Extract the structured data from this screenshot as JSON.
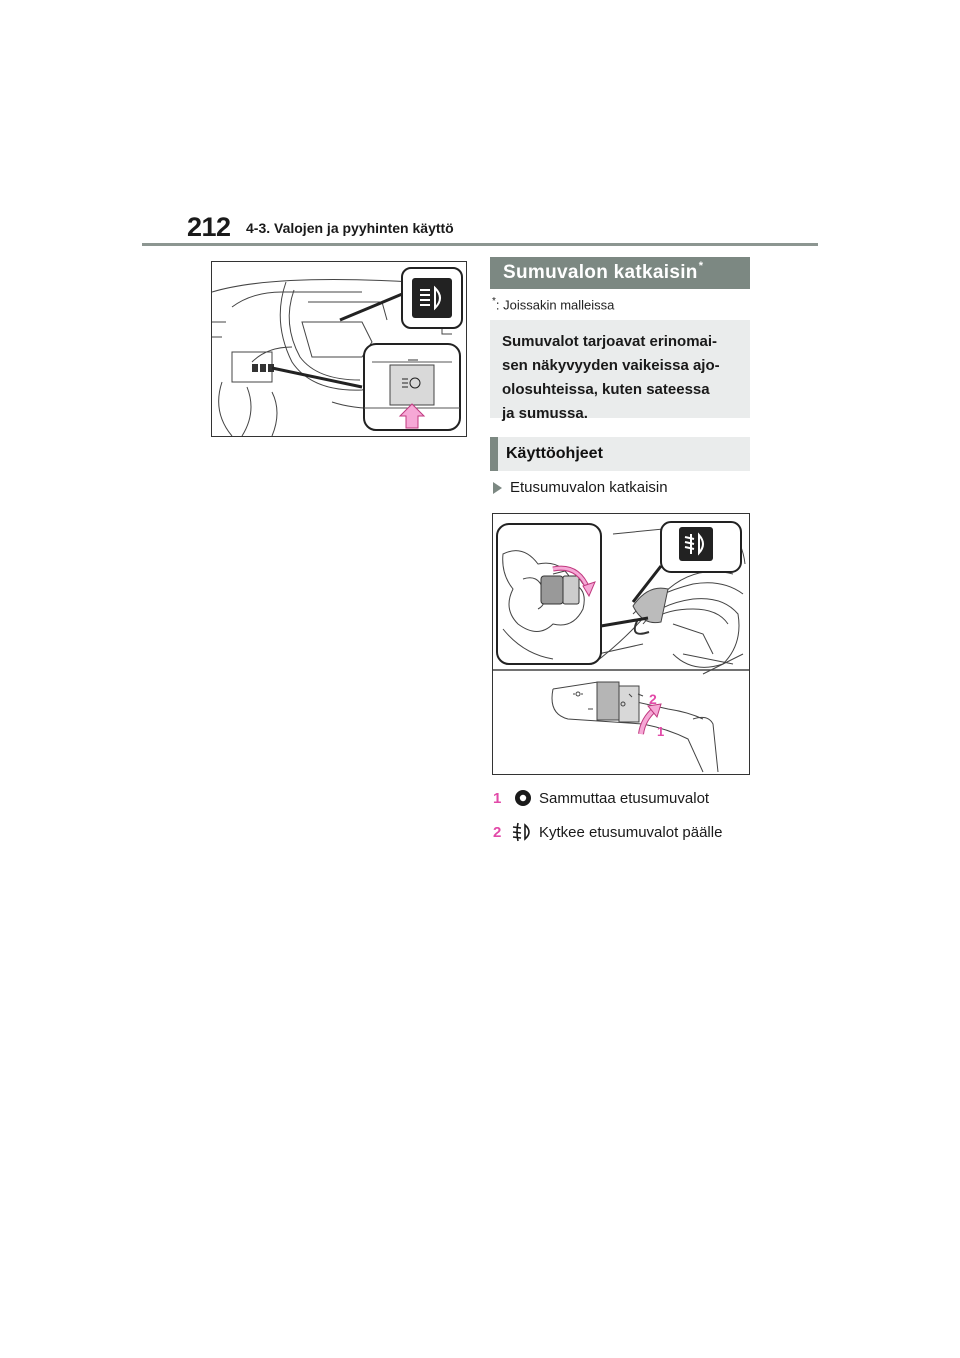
{
  "header": {
    "page_number": "212",
    "section_title": "4-3. Valojen ja pyyhinten käyttö"
  },
  "section": {
    "title": "Sumuvalon katkaisin",
    "asterisk": "*",
    "footnote_mark": "*",
    "footnote_text": ": Joissakin malleissa",
    "summary_lines": [
      "Sumuvalot tarjoavat erinomai-",
      "sen näkyvyyden vaikeissa ajo-",
      "olosuhteissa, kuten sateessa",
      "ja sumussa."
    ]
  },
  "instructions": {
    "heading": "Käyttöohjeet",
    "bullet": "Etusumuvalon katkaisin",
    "steps": [
      {
        "number": "1",
        "icon": "fog-light-off-icon",
        "text": "Sammuttaa etusumuvalot"
      },
      {
        "number": "2",
        "icon": "front-fog-light-icon",
        "text": "Kytkee etusumuvalot päälle"
      }
    ]
  },
  "figure2_labels": {
    "callout_1": "1",
    "callout_2": "2"
  },
  "colors": {
    "header_rule": "#8c9691",
    "section_bar": "#7c8882",
    "summary_bg": "#eaecec",
    "accent_pink": "#e24aa8"
  }
}
